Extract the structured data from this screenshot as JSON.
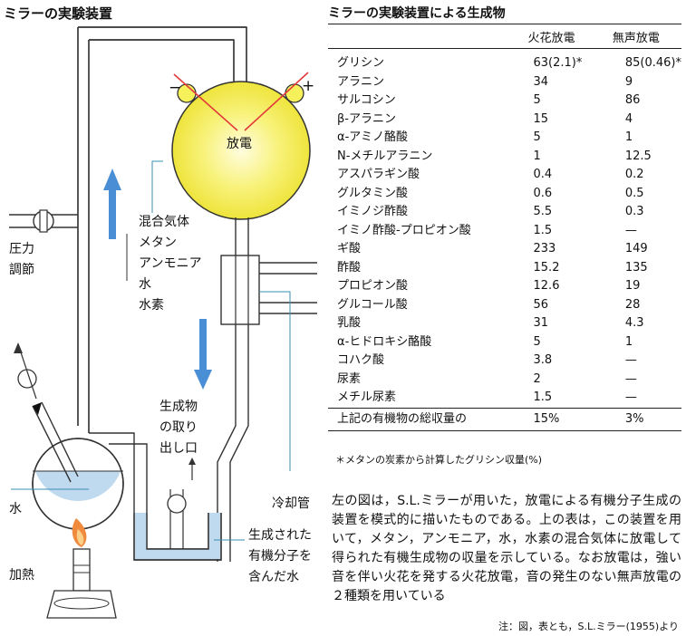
{
  "diagram": {
    "title": "ミラーの実験装置",
    "labels": {
      "minus": "−",
      "plus": "+",
      "discharge": "放電",
      "gas_mixture": [
        "混合気体",
        "メタン",
        "アンモニア",
        "水",
        "水素"
      ],
      "pressure": [
        "圧力",
        "調節"
      ],
      "product_outlet": [
        "生成物",
        "の取り",
        "出し口"
      ],
      "water": "水",
      "heating": "加熱",
      "condenser": "冷却管",
      "product_water": [
        "生成された",
        "有機分子を",
        "含んだ水"
      ]
    },
    "colors": {
      "flask_yellow": "#f6f05a",
      "water_blue": "#bfd9ee",
      "arrow_blue": "#4a8fd6",
      "glass_outline": "#333333",
      "spark_red": "#e23a3a",
      "flame_orange": "#f08a3c"
    }
  },
  "table": {
    "title": "ミラーの実験装置による生成物",
    "headers": [
      "",
      "火花放電",
      "無声放電"
    ],
    "rows": [
      [
        "グリシン",
        "63(2.1)*",
        "85(0.46)*"
      ],
      [
        "アラニン",
        "34",
        "9"
      ],
      [
        "サルコシン",
        "5",
        "86"
      ],
      [
        "β-アラニン",
        "15",
        "4"
      ],
      [
        "α-アミノ酪酸",
        "5",
        "1"
      ],
      [
        "N-メチルアラニン",
        "1",
        "12.5"
      ],
      [
        "アスパラギン酸",
        "0.4",
        "0.2"
      ],
      [
        "グルタミン酸",
        "0.6",
        "0.5"
      ],
      [
        "イミノジ酢酸",
        "5.5",
        "0.3"
      ],
      [
        "イミノ酢酸-プロピオン酸",
        "1.5",
        "—"
      ],
      [
        "ギ酸",
        "233",
        "149"
      ],
      [
        "酢酸",
        "15.2",
        "135"
      ],
      [
        "プロピオン酸",
        "12.6",
        "19"
      ],
      [
        "グルコール酸",
        "56",
        "28"
      ],
      [
        "乳酸",
        "31",
        "4.3"
      ],
      [
        "α-ヒドロキシ酪酸",
        "5",
        "1"
      ],
      [
        "コハク酸",
        "3.8",
        "—"
      ],
      [
        "尿素",
        "2",
        "—"
      ],
      [
        "メチル尿素",
        "1.5",
        "—"
      ]
    ],
    "total": [
      "上記の有機物の総収量の",
      "15%",
      "3%"
    ],
    "footnote": "＊メタンの炭素から計算したグリシン収量(%)"
  },
  "description": "左の図は，S.L.ミラーが用いた，放電による有機分子生成の装置を模式的に描いたものである。上の表は，この装置を用いて，メタン，アンモニア，水，水素の混合気体に放電して得られた有機生成物の収量を示している。なお放電は，強い音を伴い火花を発する火花放電，音の発生のない無声放電の２種類を用いている",
  "source_note": "注：図，表とも，S.L.ミラー(1955)より"
}
